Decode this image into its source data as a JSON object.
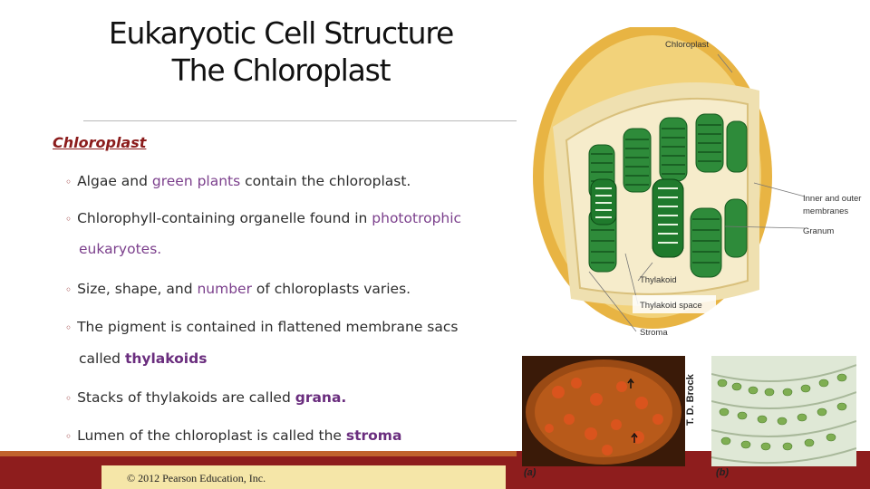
{
  "slide": {
    "title_line1": "Eukaryotic Cell Structure",
    "title_line2": "The Chloroplast",
    "heading": "Chloroplast",
    "bullets": [
      {
        "parts": [
          "Algae and ",
          "green plants",
          " contain the chloroplast."
        ]
      },
      {
        "parts": [
          "Chlorophyll",
          "-containing organelle found in ",
          "phototrophic"
        ],
        "cont": "eukaryotes."
      },
      {
        "parts": [
          "Size, shape, and ",
          "number",
          " of chloroplasts varies."
        ]
      },
      {
        "parts": [
          "The pigment is contained in flattened membrane sacs"
        ],
        "cont_pre": "called ",
        "cont_hl": "thylakoids"
      },
      {
        "parts": [
          "Stacks of thylakoids are called ",
          "grana."
        ]
      },
      {
        "parts": [
          "Lumen of the chloroplast is called the ",
          "stroma"
        ]
      }
    ],
    "copyright": "© 2012 Pearson Education, Inc."
  },
  "figure": {
    "labels": {
      "chloroplast": "Chloroplast",
      "inner_outer_1": "Inner and outer",
      "inner_outer_2": "membranes",
      "granum": "Granum",
      "thylakoid": "Thylakoid",
      "thylakoid_space": "Thylakoid space",
      "stroma": "Stroma"
    },
    "caption_a": "(a)",
    "caption_b": "(b)",
    "credit": "T. D. Brock"
  },
  "colors": {
    "accent": "#8b1c1c",
    "highlight": "#7b3f8c",
    "footer": "#8e1d1d",
    "copyright_bg": "#f5e6a8"
  }
}
